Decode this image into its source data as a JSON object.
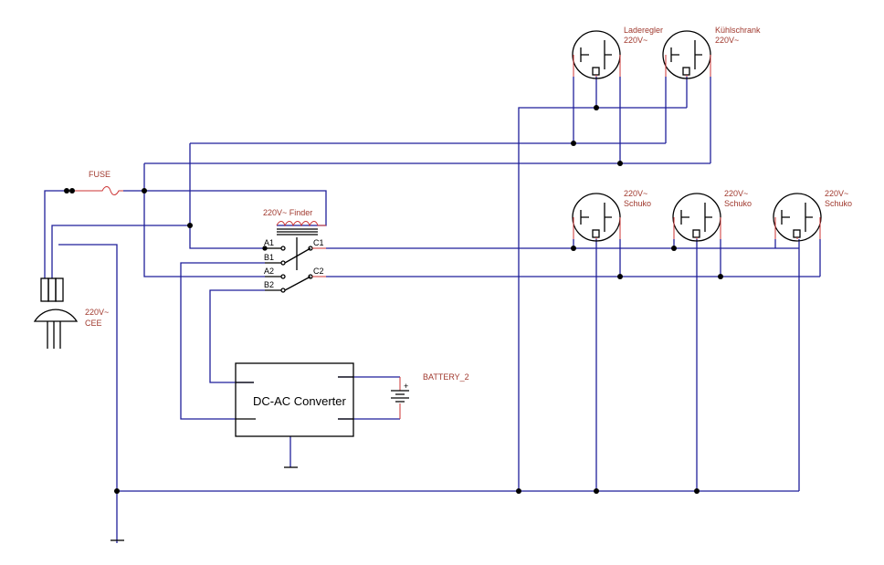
{
  "labels": {
    "fuse": "FUSE",
    "relay": "220V~ Finder",
    "plug_v": "220V~",
    "plug_type": "CEE",
    "battery": "BATTERY_2",
    "converter": "DC-AC Converter",
    "socket1_name": "Laderegler",
    "socket1_v": "220V~",
    "socket2_name": "Kühlschrank",
    "socket2_v": "220V~",
    "schuko_v": "220V~",
    "schuko_name": "Schuko"
  },
  "pins": {
    "a1": "A1",
    "b1": "B1",
    "c1": "C1",
    "a2": "A2",
    "b2": "B2",
    "c2": "C2",
    "plus": "+"
  },
  "colors": {
    "wire": "#1f1f9a",
    "component": "#cc3333",
    "label": "#a0392e"
  }
}
